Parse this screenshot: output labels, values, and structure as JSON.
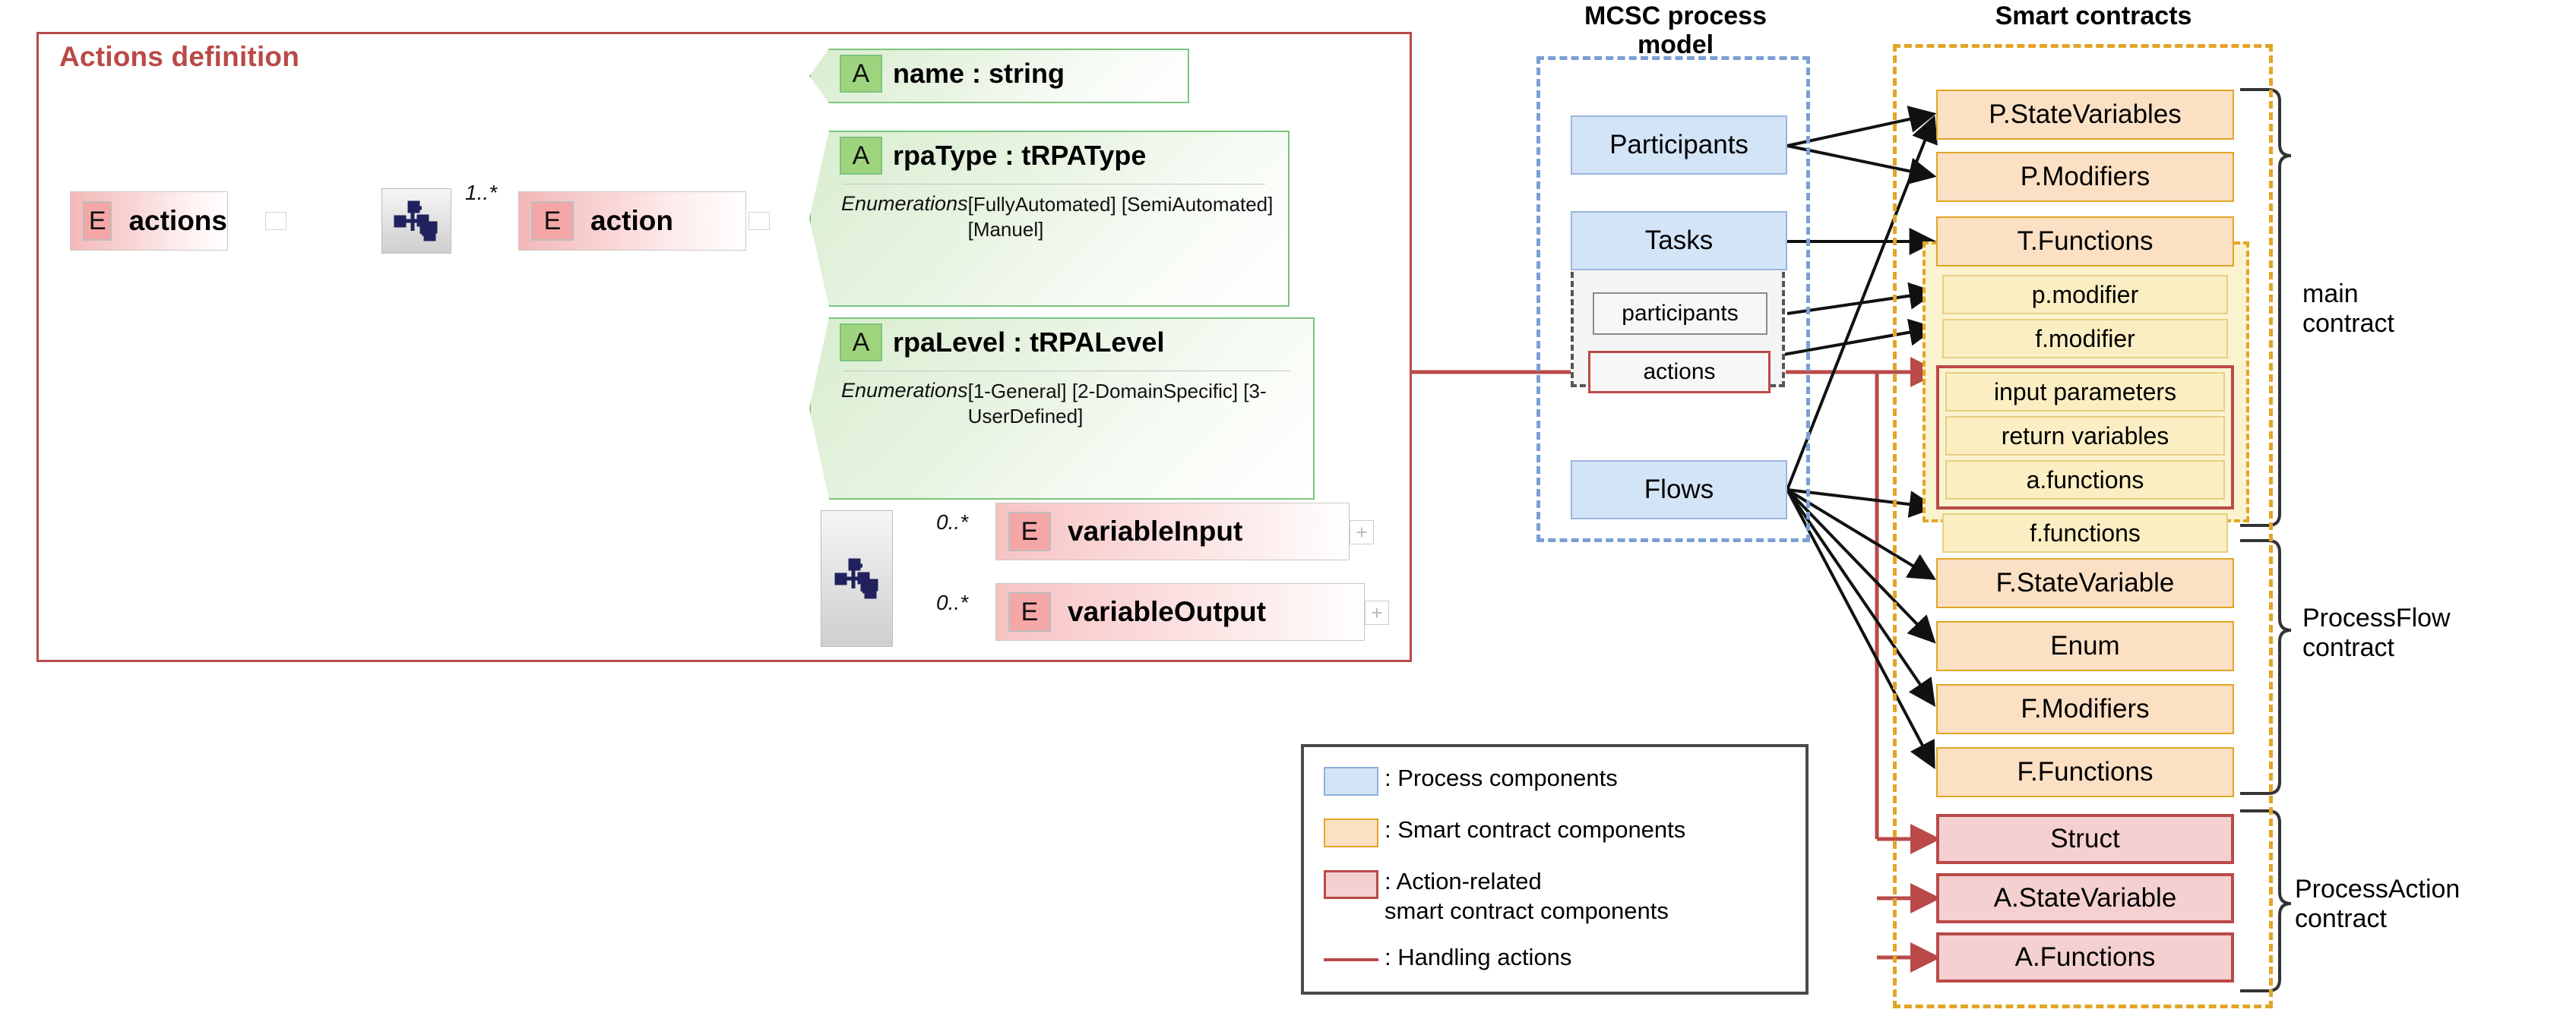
{
  "diagram": {
    "actions_definition": {
      "title": "Actions definition",
      "elements": [
        {
          "kind": "E",
          "badge": "E",
          "label": "actions"
        },
        {
          "kind": "E",
          "badge": "E",
          "label": "action"
        },
        {
          "kind": "E",
          "badge": "E",
          "label": "variableInput",
          "multiplicity": "0..*",
          "expander": "+"
        },
        {
          "kind": "E",
          "badge": "E",
          "label": "variableOutput",
          "multiplicity": "0..*",
          "expander": "+"
        }
      ],
      "multiplicity_action": "1..*",
      "attributes": [
        {
          "kind": "A",
          "badge": "A",
          "label": "name : string"
        },
        {
          "kind": "A",
          "badge": "A",
          "label": "rpaType : tRPAType",
          "enum_key": "Enumerations",
          "enum_values": "[FullyAutomated]\n[SemiAutomated]\n[Manuel]"
        },
        {
          "kind": "A",
          "badge": "A",
          "label": "rpaLevel : tRPALevel",
          "enum_key": "Enumerations",
          "enum_values": "[1-General]\n[2-DomainSpecific]\n[3-UserDefined]"
        }
      ]
    },
    "mcsc_process_model": {
      "title": "MCSC process\nmodel",
      "components": [
        "Participants",
        "Tasks",
        "Flows"
      ],
      "task_subcomponents": [
        "participants",
        "actions"
      ]
    },
    "smart_contracts": {
      "title": "Smart contracts",
      "components": [
        "P.StateVariables",
        "P.Modifiers",
        "T.Functions",
        "p.modifier",
        "f.modifier",
        "input parameters",
        "return variables",
        "a.functions",
        "f.functions",
        "F.StateVariable",
        "Enum",
        "F.Modifiers",
        "F.Functions",
        "Struct",
        "A.StateVariable",
        "A.Functions"
      ],
      "contract_labels": [
        "main\ncontract",
        "ProcessFlow\ncontract",
        "ProcessAction\ncontract"
      ]
    },
    "legend": {
      "rows": [
        {
          "swatch": "blue",
          "text": ": Process components"
        },
        {
          "swatch": "yellow",
          "text": ": Smart contract components"
        },
        {
          "swatch": "red",
          "text": ": Action-related\n  smart contract components"
        },
        {
          "swatch": "line",
          "text": ": Handling actions"
        }
      ]
    },
    "colors": {
      "action_red": "#b94a48",
      "process_blue": "#d4e4f7",
      "smart_contract_yellow": "#fce0c4",
      "attribute_green": "#9fd47f",
      "element_pink": "#f5a6a6",
      "sc_border_gold": "#e2a526",
      "mcsc_border_blue": "#7a9fd4"
    }
  }
}
